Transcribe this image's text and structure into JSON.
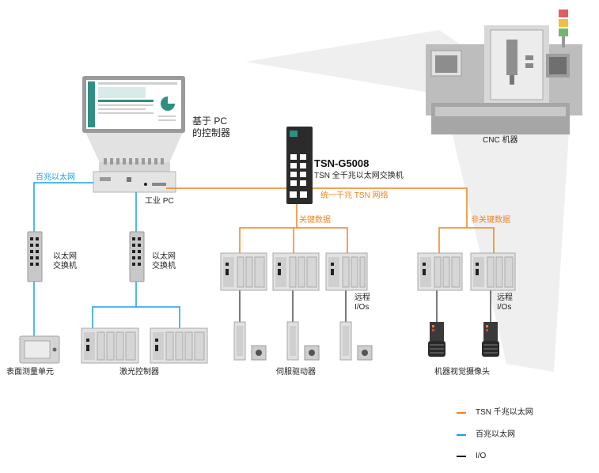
{
  "colors": {
    "tsn": "#f0821e",
    "ethernet100": "#1aa0e8",
    "io": "#111111"
  },
  "labels": {
    "pc_title_line1": "基于 PC",
    "pc_title_line2": "的控制器",
    "ethernet100": "百兆以太网",
    "industrial_pc": "工业 PC",
    "switch_model": "TSN-G5008",
    "switch_desc": "TSN 全千兆以太网交换机",
    "unified_network": "统一千兆 TSN 网络",
    "critical_data": "关键数据",
    "noncritical_data": "非关键数据",
    "cnc": "CNC 机器",
    "eth_switch_line1": "以太网",
    "eth_switch_line2": "交换机",
    "remote_io_line1": "远程",
    "remote_io_line2": "I/Os",
    "surface_unit": "表面测量单元",
    "laser_controller": "激光控制器",
    "servo_drive": "伺服驱动器",
    "vision_camera": "机器视觉摄像头"
  },
  "legend": [
    {
      "label": "TSN 千兆以太网",
      "color": "#f0821e"
    },
    {
      "label": "百兆以太网",
      "color": "#1aa0e8"
    },
    {
      "label": "I/O",
      "color": "#111111"
    }
  ]
}
